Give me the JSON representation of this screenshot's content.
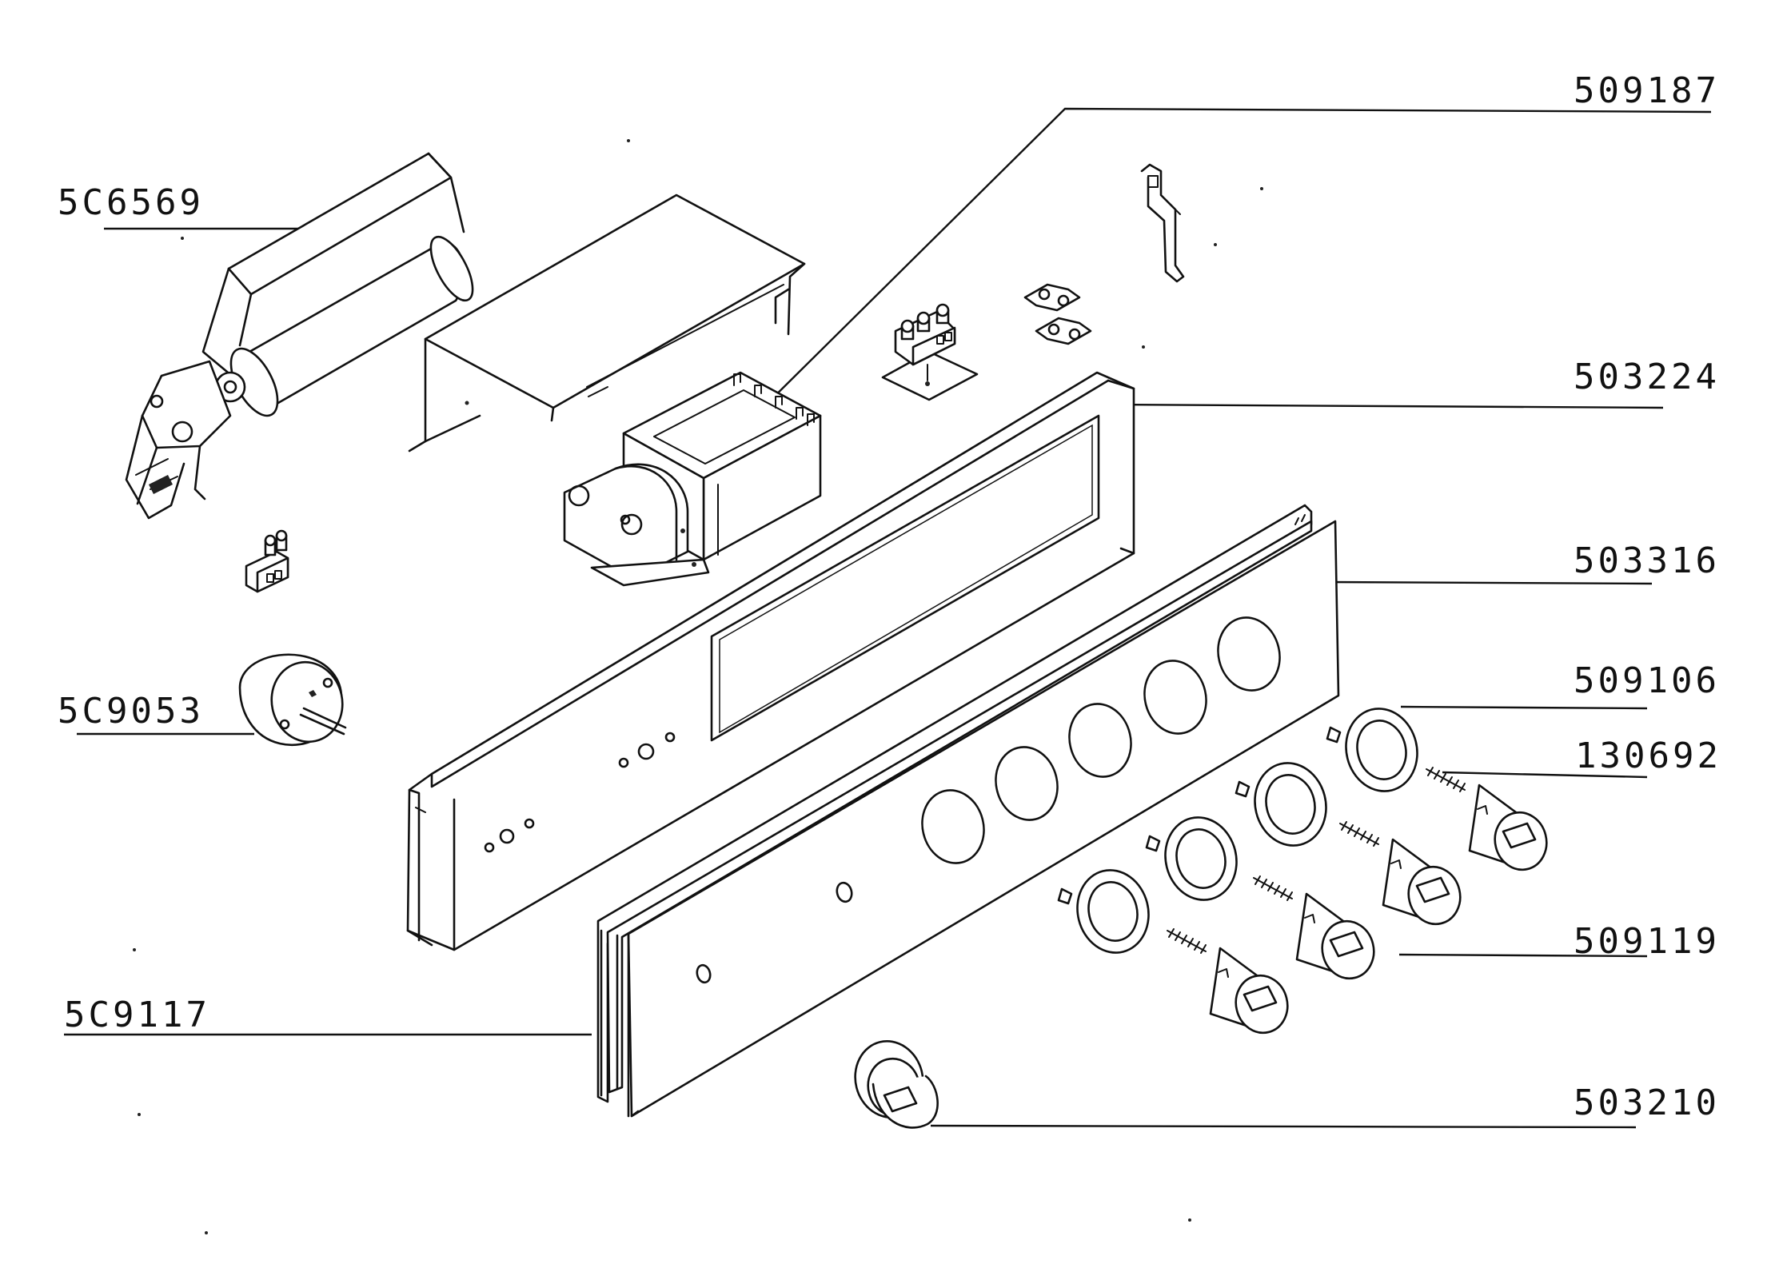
{
  "diagram": {
    "labels": {
      "l_506569": "5C6569",
      "l_509187": "509187",
      "l_503224": "503224",
      "l_503316": "503316",
      "l_509106": "509106",
      "l_130692": "130692",
      "l_509053": "5C9053",
      "l_509119": "509119",
      "l_509117": "5C9117",
      "l_503210": "503210"
    }
  }
}
